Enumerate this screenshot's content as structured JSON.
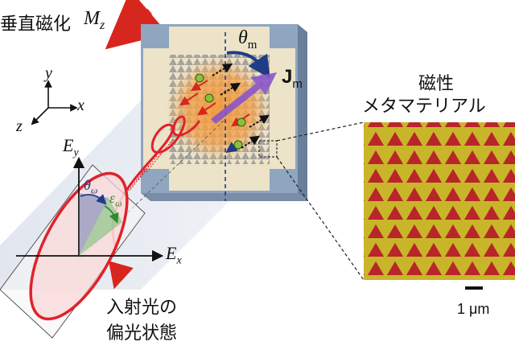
{
  "labels": {
    "perp_magnetization": "垂直磁化",
    "mz_symbol": "M",
    "mz_sub": "z",
    "axis_y": "y",
    "axis_x": "x",
    "axis_z": "z",
    "theta_m": "θ",
    "theta_m_sub": "m",
    "jm": "J",
    "jm_sub": "m",
    "ey": "E",
    "ey_sub": "y",
    "ex": "E",
    "ex_sub": "x",
    "theta_w": "θ",
    "theta_w_sub": "ω",
    "eps_w": "ε",
    "eps_w_sub": "ω",
    "incident_line1": "入射光の",
    "incident_line2": "偏光状態",
    "meta_line1": "磁性",
    "meta_line2": "メタマテリアル",
    "scale_bar": "1 μm"
  },
  "colors": {
    "red_wave": "#e0222b",
    "arrow_red": "#d7261e",
    "navy": "#1f3c86",
    "green": "#2e8b2e",
    "sample_bg": "#ece3c8",
    "sample_frame": "#8fa5c0",
    "meta_yellow": "#c9b52a",
    "meta_red": "#b8262a"
  }
}
